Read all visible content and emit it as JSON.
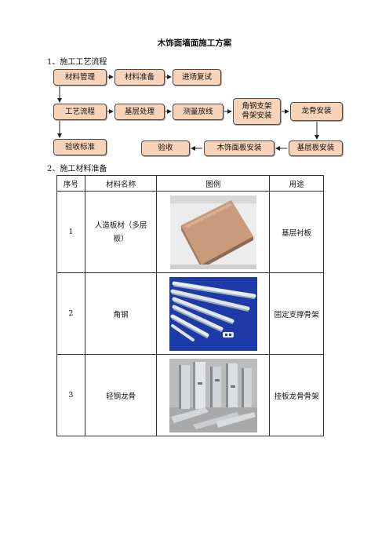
{
  "doc": {
    "title": "木饰面墙面施工方案",
    "section1": "1、施工工艺流程",
    "section2": "2、施工材料准备"
  },
  "flow": {
    "steps": {
      "s1": "材料管理",
      "s2": "材料准备",
      "s3": "进场复试",
      "s4": "工艺流程",
      "s5": "基层处理",
      "s6": "测量放线",
      "s7a": "角钢支架",
      "s7b": "骨架安装",
      "s8": "龙骨安装",
      "s9": "验收标准",
      "s10": "验收",
      "s11": "木饰面板安装",
      "s12": "基层板安装"
    }
  },
  "table": {
    "headers": [
      "序号",
      "材料名称",
      "图例",
      "用途"
    ],
    "rows": [
      {
        "no": "1",
        "name_l1": "人造板材（多层",
        "name_l2": "板）",
        "usage": "基层衬板",
        "image": "plywood-board-image"
      },
      {
        "no": "2",
        "name_l1": "角钢",
        "name_l2": "",
        "usage": "固定支撑骨架",
        "image": "angle-steel-image"
      },
      {
        "no": "3",
        "name_l1": "轻钢龙骨",
        "name_l2": "",
        "usage": "挂板龙骨骨架",
        "image": "light-steel-keel-image"
      }
    ]
  },
  "colors": {
    "box_fill": "#f7d3b9",
    "box_border": "#4a4a4a",
    "image2_bg": "#1d3aa6"
  }
}
